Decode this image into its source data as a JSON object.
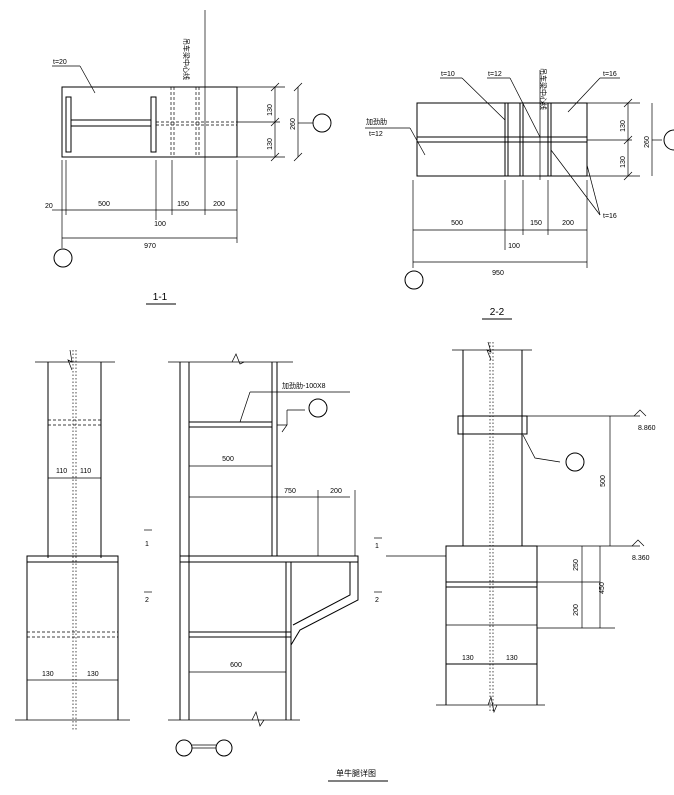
{
  "section_1_1": {
    "plate_label": "t=20",
    "centerline_label": "吊车梁中心线",
    "dims": {
      "width_500": "500",
      "width_150": "150",
      "width_200": "200",
      "left_20": "20",
      "offset_100": "100",
      "total_970": "970",
      "height_130a": "130",
      "height_130b": "130",
      "total_260": "260"
    },
    "title": "1-1"
  },
  "section_2_2": {
    "plate_t10": "t=10",
    "plate_t12a": "t=12",
    "plate_t16a": "t=16",
    "stiffener_label": "加劲肋",
    "plate_t12b": "t=12",
    "plate_t16b": "t=16",
    "centerline_label": "吊车梁中心线",
    "dims": {
      "width_500": "500",
      "width_150": "150",
      "width_200": "200",
      "offset_100": "100",
      "total_950": "950",
      "height_130a": "130",
      "height_130b": "130",
      "total_260": "260"
    },
    "title": "2-2"
  },
  "left_column": {
    "dims": {
      "upper_110a": "110",
      "upper_110b": "110",
      "lower_130a": "130",
      "lower_130b": "130"
    }
  },
  "middle_elevation": {
    "stiffener_label": "加劲肋-100X8",
    "dims": {
      "d500": "500",
      "d750": "750",
      "d200": "200",
      "d600": "600"
    },
    "section_marks": {
      "left_1": "1",
      "left_2": "2",
      "right_1": "1",
      "right_2": "2"
    }
  },
  "right_column": {
    "dims": {
      "d130a": "130",
      "d130b": "130",
      "d500": "500",
      "d250": "250",
      "d450": "450",
      "d200": "200"
    },
    "elevations": {
      "top": "8.860",
      "bottom": "8.360"
    }
  },
  "drawing_title": "单牛腿详图"
}
